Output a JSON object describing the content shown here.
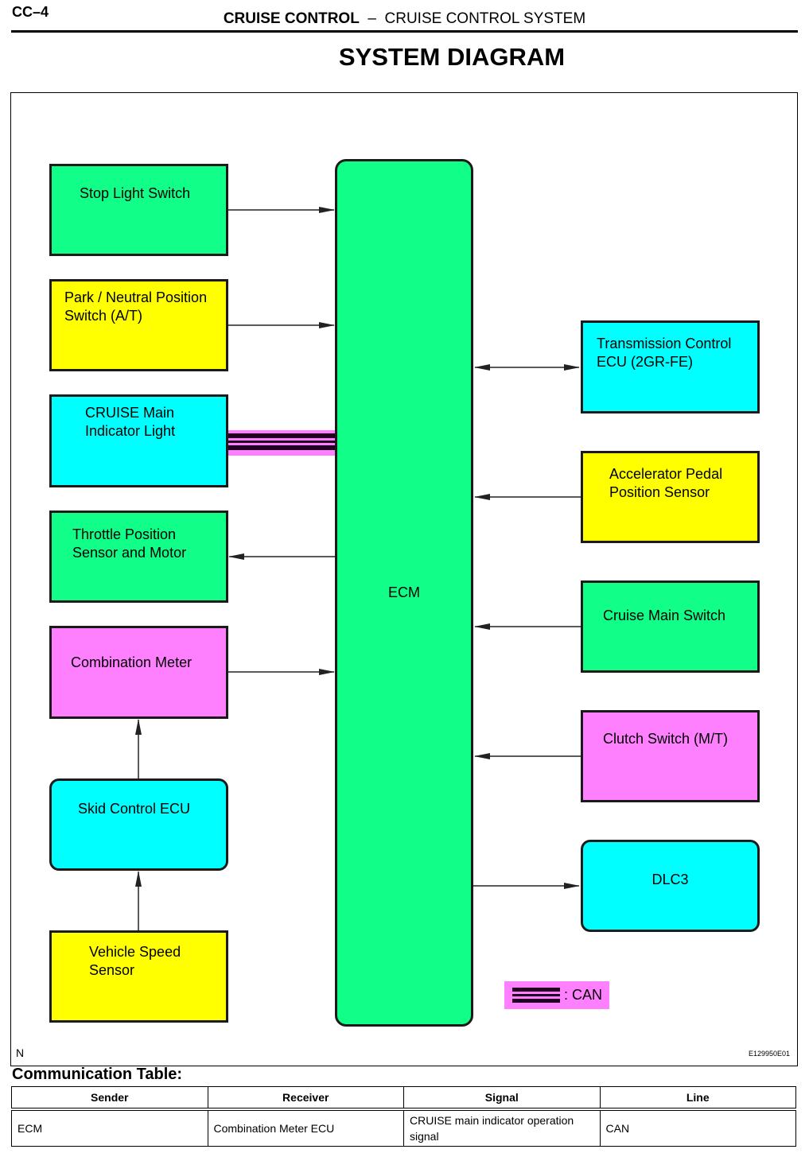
{
  "header": {
    "page_number": "CC–4",
    "section": "CRUISE CONTROL",
    "separator": "–",
    "subsection": "CRUISE CONTROL SYSTEM"
  },
  "title": "SYSTEM DIAGRAM",
  "diagram": {
    "ecm": "ECM",
    "left_boxes": [
      "Stop Light Switch",
      "Park / Neutral Position Switch (A/T)",
      "CRUISE Main Indicator Light",
      "Throttle Position Sensor and Motor",
      "Combination Meter",
      "Skid Control ECU",
      "Vehicle Speed Sensor"
    ],
    "right_boxes": [
      "Transmission Control ECU (2GR-FE)",
      "Accelerator Pedal Position Sensor",
      "Cruise Main Switch",
      "Clutch Switch (M/T)",
      "DLC3"
    ],
    "legend": ": CAN",
    "note": "N",
    "figure_id": "E129950E01",
    "colors": {
      "green": "#11ff88",
      "yellow": "#ffff00",
      "cyan": "#00ffff",
      "pink": "#ff80ff"
    }
  },
  "table": {
    "title": "Communication Table:",
    "headers": [
      "Sender",
      "Receiver",
      "Signal",
      "Line"
    ],
    "rows": [
      [
        "ECM",
        "Combination Meter ECU",
        "CRUISE main indicator operation signal",
        "CAN"
      ]
    ]
  }
}
